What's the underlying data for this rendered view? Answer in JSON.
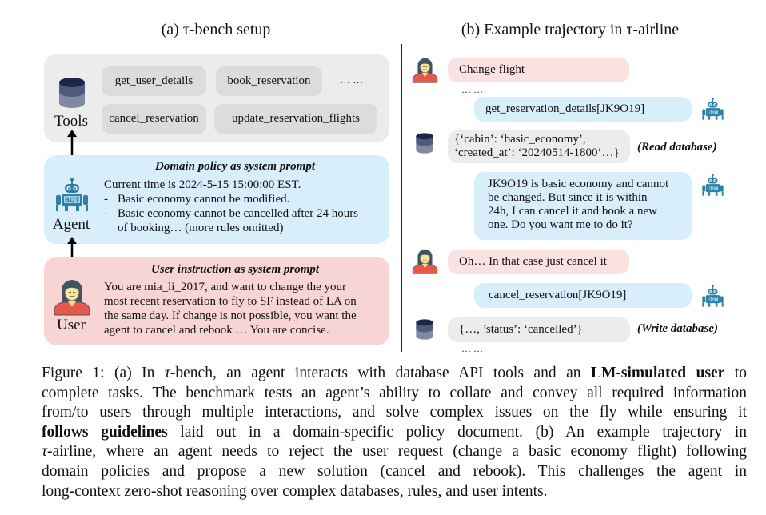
{
  "left": {
    "title": "(a) τ-bench setup",
    "tools_label": "Tools",
    "agent_label": "Agent",
    "user_label": "User",
    "tools": [
      "get_user_details",
      "book_reservation",
      "… …",
      "cancel_reservation",
      "update_reservation_flights"
    ],
    "policy": {
      "title": "Domain policy as system prompt",
      "line1": "Current time is 2024-5-15 15:00:00 EST.",
      "bullet_mark": "-",
      "bullet1": "Basic economy cannot be modified.",
      "bullet2a": "Basic economy cannot be cancelled after 24 hours",
      "bullet2b": "of booking… (more rules omitted)"
    },
    "instruction": {
      "title": "User instruction as system prompt",
      "lines": [
        "You are mia_li_2017, and want to change the your",
        "most recent reservation to fly to SF instead of LA on",
        "the same day. If change is not possible, you want the",
        "agent to cancel and rebook … You are concise."
      ]
    }
  },
  "right": {
    "title": "(b) Example trajectory in τ-airline",
    "msg1": "Change flight",
    "ellipsis": "… …",
    "call1": "get_reservation_details[JK9O19]",
    "db1": [
      "{‘cabin’: ‘basic_economy’,",
      "‘created_at’: ‘20240514-1800’…}"
    ],
    "db1_note": "(Read database)",
    "agent_reply": [
      "JK9O19 is basic economy and cannot",
      "be changed. But since it is within",
      "24h, I can cancel it and book a new",
      "one. Do you want me to do it?"
    ],
    "msg2": "Oh… In that case just cancel it",
    "call2": "cancel_reservation[JK9O19]",
    "db2": "{…, ’status’: ‘cancelled’}",
    "db2_note": "(Write database)",
    "ellipsis2": "… …"
  },
  "caption": [
    [
      {
        "t": "Figure 1: (a) In "
      },
      {
        "t": "τ",
        "s": "i"
      },
      {
        "t": "-bench, an agent interacts with database API tools and an "
      },
      {
        "t": "LM-simulated user",
        "s": "b"
      },
      {
        "t": " to"
      }
    ],
    [
      {
        "t": "complete tasks. The benchmark tests an agent’s ability to collate and convey all required information"
      }
    ],
    [
      {
        "t": "from/to users through multiple interactions, and solve complex issues on the fly while ensuring it"
      }
    ],
    [
      {
        "t": "follows guidelines",
        "s": "b"
      },
      {
        "t": " laid out in a domain-specific policy document.  (b) An example trajectory in"
      }
    ],
    [
      {
        "t": "τ",
        "s": "i"
      },
      {
        "t": "-airline, where an agent needs to reject the user request (change a basic economy flight) following"
      }
    ],
    [
      {
        "t": "domain policies and propose a new solution (cancel and rebook).  This challenges the agent in"
      }
    ],
    [
      {
        "t": "long-context zero-shot reasoning over complex databases, rules, and user intents."
      }
    ]
  ],
  "colors": {
    "tools_bg": "#ececec",
    "policy_bg": "#d9eefb",
    "user_bg": "#f7d5d5",
    "bot": "#2f7fa6",
    "shirt": "#e8574a"
  }
}
